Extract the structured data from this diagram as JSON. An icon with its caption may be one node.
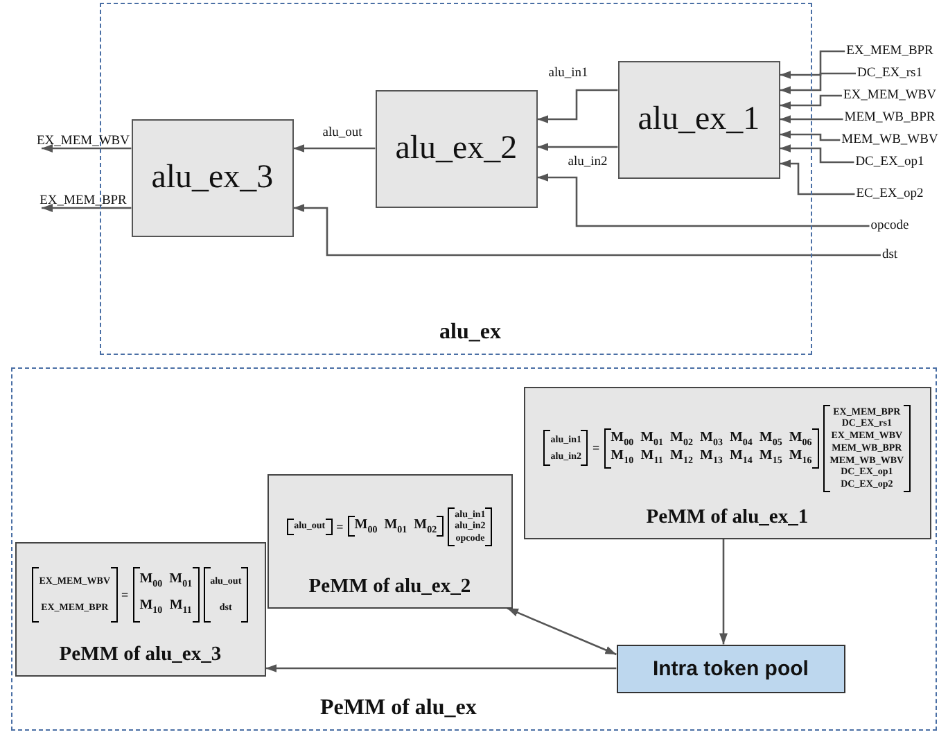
{
  "diagram": {
    "nodes": [
      {
        "text": [
          "alu_ex"
        ]
      },
      {
        "text": [
          "alu_ex_3"
        ],
        "in": 0
      },
      {
        "text": [
          "alu_ex_2"
        ],
        "in": 0
      },
      {
        "text": [
          "alu_ex_1"
        ],
        "in": 0
      },
      {
        "text": [
          "EX_MEM_BPR"
        ]
      },
      {
        "text": [
          "DC_EX_rs1"
        ]
      },
      {
        "text": [
          "EX_MEM_WBV"
        ]
      },
      {
        "text": [
          "MEM_WB_BPR"
        ]
      },
      {
        "text": [
          "MEM_WB_WBV"
        ]
      },
      {
        "text": [
          "DC_EX_op1"
        ]
      },
      {
        "text": [
          "EC_EX_op2"
        ]
      },
      {
        "text": [
          "opcode"
        ]
      },
      {
        "text": [
          "dst"
        ]
      },
      {
        "text": [
          "EX_MEM_WBV"
        ]
      },
      {
        "text": [
          "EX_MEM_BPR"
        ]
      },
      {
        "text": [
          "PeMM of alu_ex"
        ]
      },
      {
        "text": [
          "alu_in1",
          "alu_in2",
          "=",
          "M$_{00}$",
          "M$_{01}$",
          "M$_{02}$",
          "M$_{03}$",
          "M$_{04}$",
          "M$_{05}$",
          "M$_{06}$",
          "M$_{10}$",
          "M$_{11}$",
          "M$_{12}$",
          "M$_{13}$",
          "M$_{14}$",
          "M$_{15}$",
          "M$_{16}$",
          "EX_MEM_BPR",
          "DC_EX_rs1",
          "EX_MEM_WBV",
          "MEM_WB_BPR",
          "MEM_WB_WBV",
          "DC_EX_op1",
          "DC_EX_op2",
          "PeMM of alu_ex_1"
        ],
        "in": 15
      },
      {
        "text": [
          "alu_out",
          "=",
          "M$_{00}$",
          "M$_{01}$",
          "M$_{02}$",
          "alu_in1",
          "alu_in2",
          "opcode",
          "PeMM of alu_ex_2"
        ],
        "in": 15
      },
      {
        "text": [
          "EX_MEM_WBV",
          "EX_MEM_BPR",
          "=",
          "M$_{00}$",
          "M$_{01}$",
          "M$_{10}$",
          "M$_{11}$",
          "alu_out",
          "dst",
          "PeMM of alu_ex_3"
        ],
        "in": 15
      },
      {
        "text": [
          "Intra token pool"
        ],
        "in": 15
      }
    ],
    "edges": [
      {
        "from": 4,
        "to": 3,
        "arrow": "to"
      },
      {
        "from": 5,
        "to": 3,
        "arrow": "to"
      },
      {
        "from": 6,
        "to": 3,
        "arrow": "to"
      },
      {
        "from": 7,
        "to": 3,
        "arrow": "to"
      },
      {
        "from": 8,
        "to": 3,
        "arrow": "to"
      },
      {
        "from": 9,
        "to": 3,
        "arrow": "to"
      },
      {
        "from": 10,
        "to": 3,
        "arrow": "to"
      },
      {
        "from": 11,
        "to": 2,
        "arrow": "to"
      },
      {
        "from": 12,
        "to": 1,
        "arrow": "to"
      },
      {
        "from": 3,
        "to": 2,
        "arrow": "to",
        "label": "alu_in1"
      },
      {
        "from": 3,
        "to": 2,
        "arrow": "to",
        "label": "alu_in2"
      },
      {
        "from": 2,
        "to": 1,
        "arrow": "to",
        "label": "alu_out"
      },
      {
        "from": 1,
        "to": 13,
        "arrow": "to"
      },
      {
        "from": 1,
        "to": 14,
        "arrow": "to"
      },
      {
        "from": 16,
        "to": 19,
        "arrow": "to"
      },
      {
        "from": 19,
        "to": 17,
        "arrow": "both"
      },
      {
        "from": 19,
        "to": 18,
        "arrow": "to"
      }
    ]
  }
}
